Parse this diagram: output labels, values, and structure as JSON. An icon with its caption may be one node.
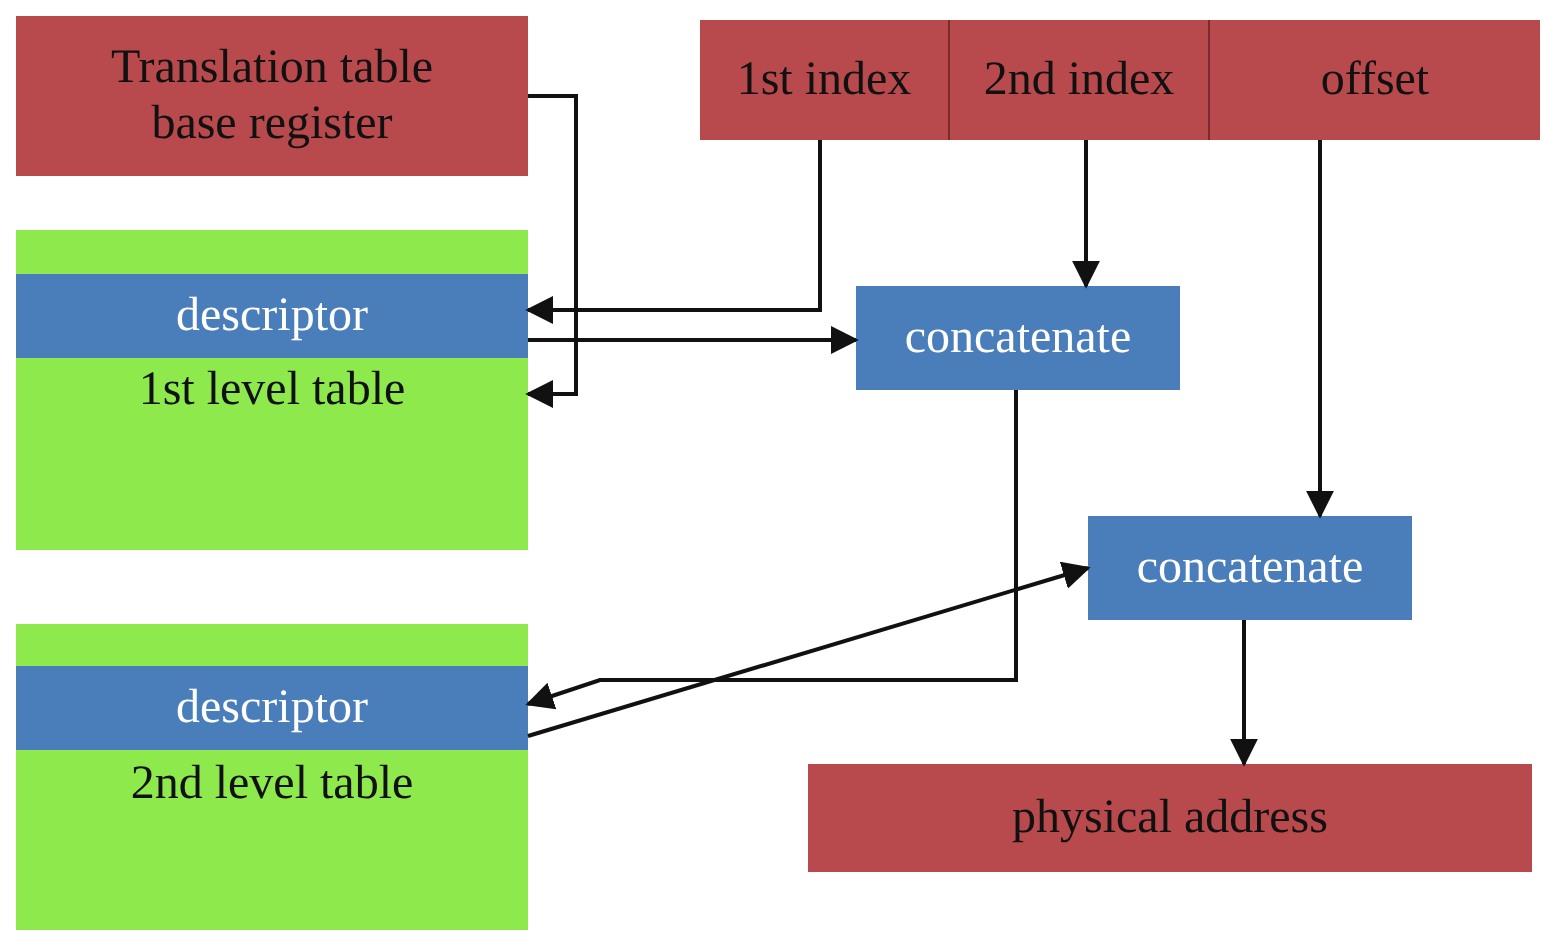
{
  "diagram": {
    "nodes": [
      {
        "text": [
          "Translation table base register"
        ]
      },
      {
        "text": [
          "1st level table"
        ]
      },
      {
        "text": [
          "descriptor"
        ],
        "in": 1
      },
      {
        "text": [
          "2nd level table"
        ]
      },
      {
        "text": [
          "descriptor"
        ],
        "in": 3
      },
      {
        "text": [],
        "shape": "bar"
      },
      {
        "text": [
          "1st index"
        ],
        "in": 5
      },
      {
        "text": [
          "2nd index"
        ],
        "in": 5
      },
      {
        "text": [
          "offset"
        ],
        "in": 5
      },
      {
        "text": [
          "concatenate"
        ]
      },
      {
        "text": [
          "concatenate"
        ]
      },
      {
        "text": [
          "physical address"
        ]
      }
    ],
    "edges": [
      {
        "from": 0,
        "to": 1,
        "arrow": "to"
      },
      {
        "from": 6,
        "to": 2,
        "arrow": "to"
      },
      {
        "from": 2,
        "to": 9,
        "arrow": "to"
      },
      {
        "from": 7,
        "to": 9,
        "arrow": "to"
      },
      {
        "from": 9,
        "to": 4,
        "arrow": "to"
      },
      {
        "from": 4,
        "to": 10,
        "arrow": "to"
      },
      {
        "from": 8,
        "to": 10,
        "arrow": "to"
      },
      {
        "from": 10,
        "to": 11,
        "arrow": "to"
      }
    ]
  }
}
